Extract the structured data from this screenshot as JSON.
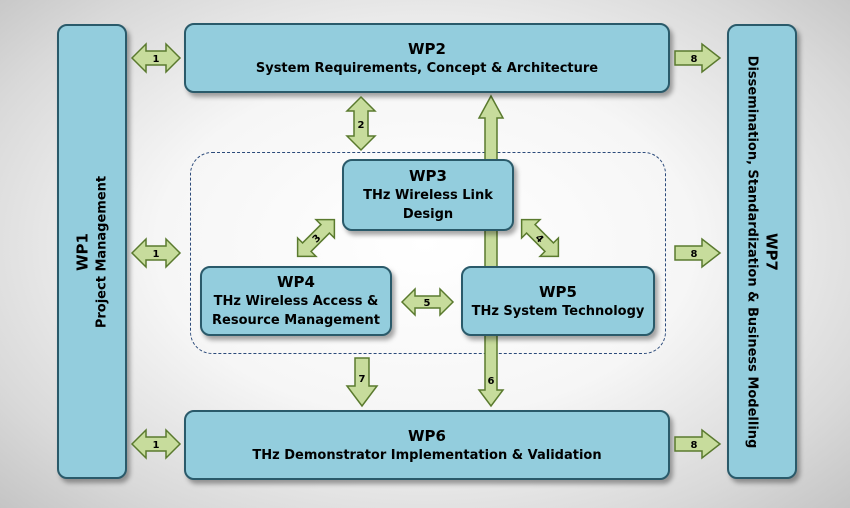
{
  "wp1": {
    "title": "WP1",
    "subtitle": "Project Management"
  },
  "wp2": {
    "title": "WP2",
    "subtitle": "System Requirements, Concept & Architecture"
  },
  "wp3": {
    "title": "WP3",
    "line1": "THz Wireless Link",
    "line2": "Design"
  },
  "wp4": {
    "title": "WP4",
    "line1": "THz Wireless Access &",
    "line2": "Resource Management"
  },
  "wp5": {
    "title": "WP5",
    "subtitle": "THz System Technology"
  },
  "wp6": {
    "title": "WP6",
    "subtitle": "THz Demonstrator Implementation & Validation"
  },
  "wp7": {
    "title": "WP7",
    "subtitle": "Dissemination, Standardization & Business Modelling"
  },
  "arrows": {
    "a1_top": "1",
    "a1_mid": "1",
    "a1_bot": "1",
    "a2": "2",
    "a3": "3",
    "a4": "4",
    "a5": "5",
    "a6": "6",
    "a7": "7",
    "a8_top": "8",
    "a8_mid": "8",
    "a8_bot": "8"
  },
  "colors": {
    "box_fill": "#93cddd",
    "box_border": "#2a5a6a",
    "arrow_fill": "#c7dc9c",
    "arrow_border": "#5a7a2e",
    "dash": "#2b4a7a"
  }
}
